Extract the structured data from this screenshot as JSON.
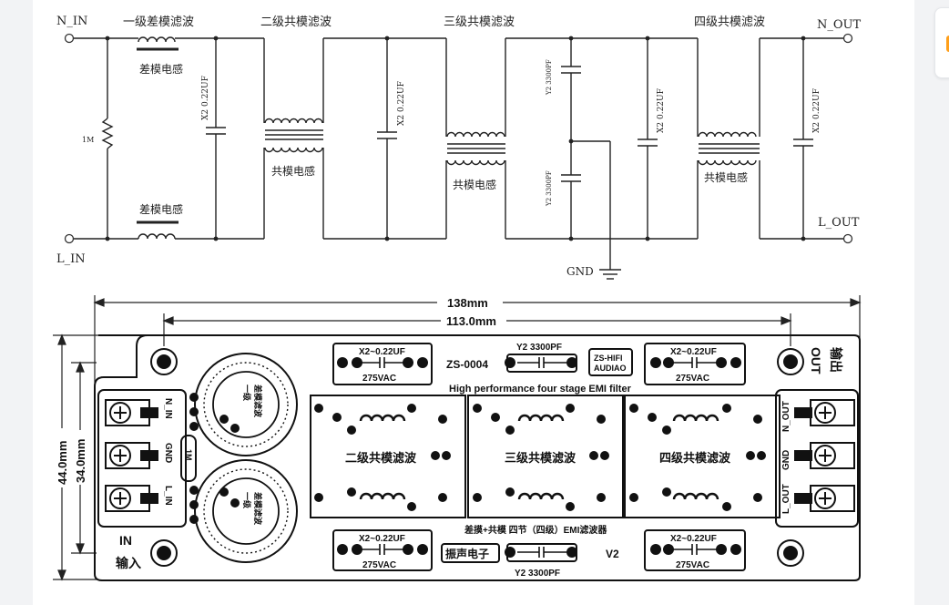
{
  "schematic": {
    "n_in": "N_IN",
    "l_in": "L_IN",
    "n_out": "N_OUT",
    "l_out": "L_OUT",
    "gnd": "GND",
    "resistor": "1M",
    "stage1": "一级差模滤波",
    "stage2": "二级共模滤波",
    "stage3": "三级共模滤波",
    "stage4": "四级共模滤波",
    "diff_inductor": "差模电感",
    "cm_inductor": "共模电感",
    "x2_cap": "X2 0.22UF",
    "y2_cap": "Y2 3300PF"
  },
  "board": {
    "dim_total": "138mm",
    "dim_holes": "113.0mm",
    "dim_height": "44.0mm",
    "dim_inner": "34.0mm",
    "model": "ZS-0004",
    "brand_line1": "ZS-HIFI",
    "brand_line2": "AUDIAO",
    "subtitle": "High performance four stage EMI filter",
    "x2_label": "X2~0.22UF",
    "vac_label": "275VAC",
    "y2_label": "Y2  3300PF",
    "stage2": "二级共模滤波",
    "stage3": "三级共模滤波",
    "stage4": "四级共模滤波",
    "toroid_label_line1": "一级",
    "toroid_label_line2": "差模滤波",
    "resistor": "1M",
    "in_label": "IN",
    "in_cn": "输入",
    "out_label": "OUT",
    "out_cn": "输出",
    "n_in": "N_IN",
    "gnd": "GND",
    "l_in": "L_IN",
    "n_out": "N_OUT",
    "l_out": "L_OUT",
    "bottom_text": "差摸+共模 四节（四级）EMI滤波器",
    "maker": "振声电子",
    "version": "V2"
  }
}
